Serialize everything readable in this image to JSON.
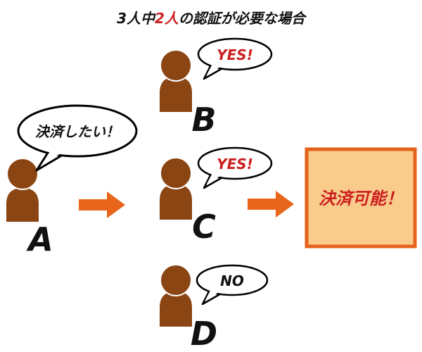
{
  "title": {
    "prefix": "3人中",
    "highlight": "2人",
    "suffix": "の認証が必要な場合"
  },
  "colors": {
    "person": "#8b4513",
    "arrow": "#e8661c",
    "red_text": "#cc1f1f",
    "result_fill": "#f9cc8c",
    "result_border": "#e5621a"
  },
  "people": {
    "a": {
      "letter": "A",
      "speech": "決済したい！"
    },
    "b": {
      "letter": "B",
      "speech": "YES!"
    },
    "c": {
      "letter": "C",
      "speech": "YES!"
    },
    "d": {
      "letter": "D",
      "speech": "NO"
    }
  },
  "result": {
    "label": "決済可能！"
  }
}
